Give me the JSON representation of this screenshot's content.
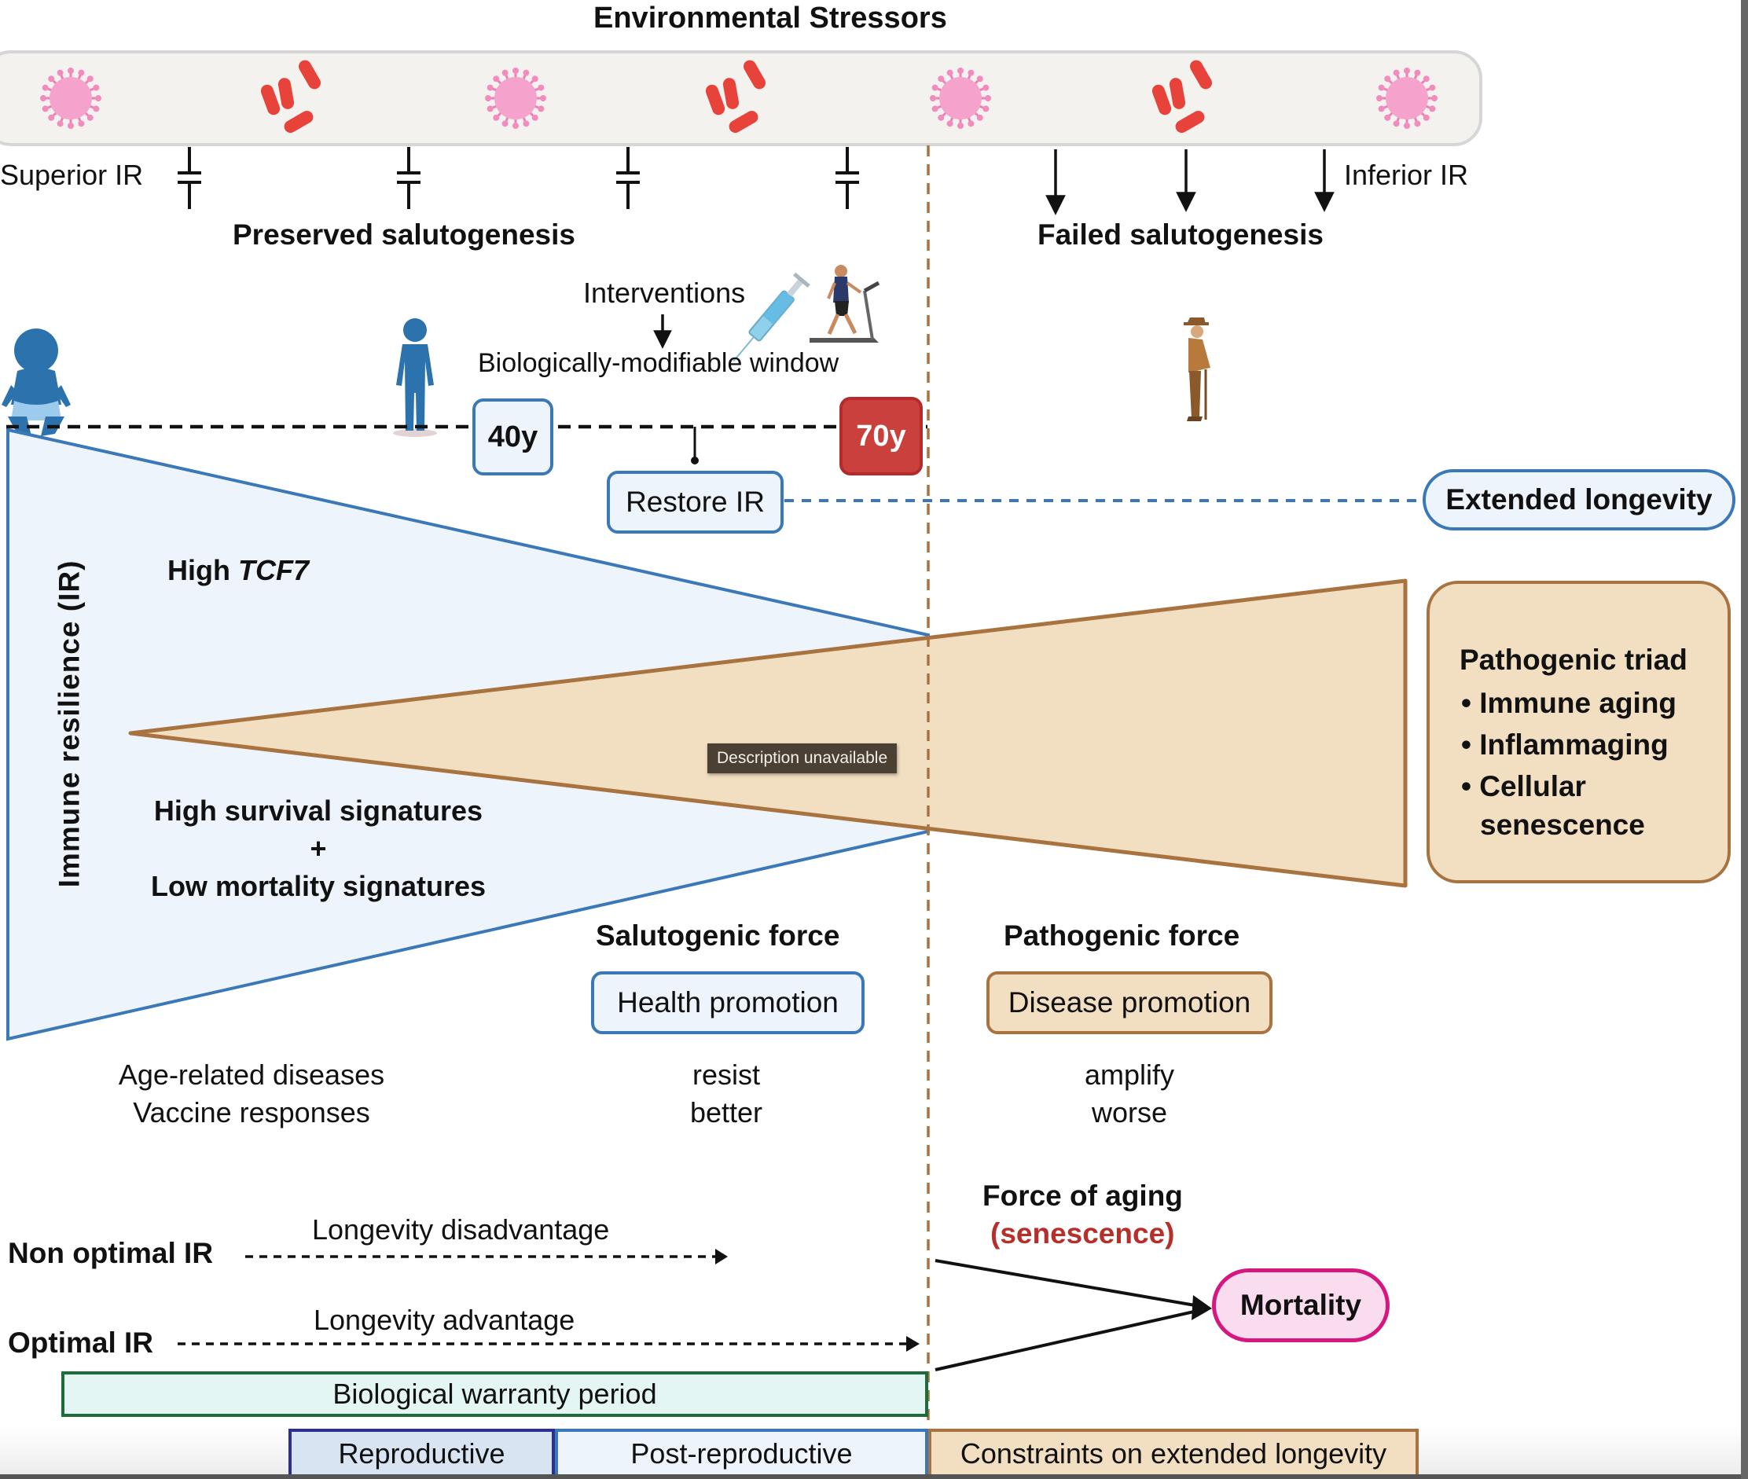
{
  "header": {
    "title": "Environmental Stressors"
  },
  "stressor_banner": {
    "icons": [
      "virus-icon",
      "bacteria-icon",
      "virus-icon",
      "bacteria-icon",
      "virus-icon",
      "bacteria-icon",
      "virus-icon"
    ]
  },
  "labels": {
    "superior_ir": "Superior IR",
    "inferior_ir": "Inferior IR",
    "preserved": "Preserved salutogenesis",
    "failed": "Failed salutogenesis",
    "interventions": "Interventions",
    "window": "Biologically-modifiable window",
    "age_40": "40y",
    "age_70": "70y",
    "restore_ir": "Restore IR",
    "extended_longevity": "Extended longevity",
    "ir_axis": "Immune resilience (IR)",
    "high_tcf7_prefix": "High ",
    "high_tcf7_gene": "TCF7",
    "survival_line1": "High survival signatures",
    "survival_plus": "+",
    "survival_line2": "Low mortality signatures",
    "tooltip": "Description unavailable",
    "triad_title": "Pathogenic triad",
    "triad_items": [
      "Immune aging",
      "Inflammaging",
      "Cellular",
      "senescence"
    ],
    "salutogenic_force": "Salutogenic force",
    "pathogenic_force": "Pathogenic force",
    "health_promotion": "Health promotion",
    "disease_promotion": "Disease promotion",
    "outcomes_line1": "Age-related diseases",
    "outcomes_line2": "Vaccine responses",
    "resist": "resist",
    "better": "better",
    "amplify": "amplify",
    "worse": "worse",
    "non_optimal_ir": "Non optimal IR",
    "optimal_ir": "Optimal IR",
    "longevity_disadvantage": "Longevity disadvantage",
    "longevity_advantage": "Longevity advantage",
    "force_of_aging": "Force of aging",
    "senescence": "(senescence)",
    "mortality": "Mortality",
    "warranty": "Biological warranty period",
    "reproductive": "Reproductive",
    "post_reproductive": "Post-reproductive",
    "constraints": "Constraints on extended longevity"
  },
  "colors": {
    "blue": "#3a78b8",
    "blue_fill": "#eef4fb",
    "brown": "#a97340",
    "brown_fill": "#f2dfc2",
    "red_box": "#c9403c",
    "senescence_red": "#b5302b",
    "mortality_pink": "#d6177f",
    "mortality_fill": "#fadcef",
    "warranty_green": "#1f6b3a",
    "warranty_fill": "#e3f6f3",
    "reproductive_navy": "#2d2f8c"
  }
}
